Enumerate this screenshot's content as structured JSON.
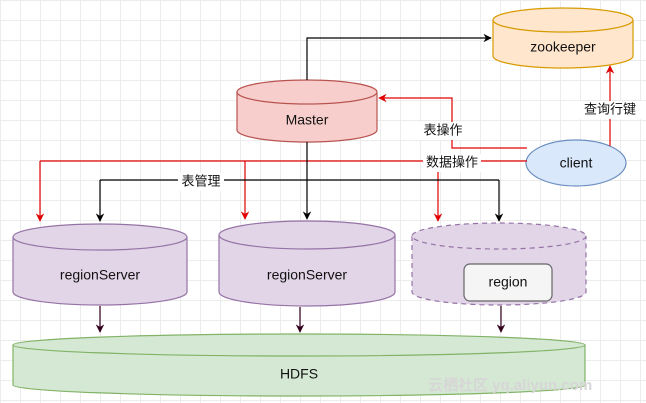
{
  "nodes": {
    "zookeeper": "zookeeper",
    "master": "Master",
    "client": "client",
    "regionserver_1": "regionServer",
    "regionserver_2": "regionServer",
    "region": "region",
    "hdfs": "HDFS"
  },
  "edge_labels": {
    "table_ops": "表操作",
    "data_ops": "数据操作",
    "query_row_key": "查询行键",
    "table_management": "表管理"
  },
  "watermark": "云栖社区 yq.aliyun.com",
  "colors": {
    "zookeeper_fill": "#ffe6cc",
    "zookeeper_stroke": "#d79b00",
    "master_fill": "#f8cecc",
    "master_stroke": "#b85450",
    "client_fill": "#dae8fc",
    "client_stroke": "#6c8ebf",
    "regionserver_fill": "#e1d5e7",
    "regionserver_stroke": "#9673a6",
    "hdfs_fill": "#d5e8d4",
    "hdfs_stroke": "#82b366",
    "region_fill": "#f5f5f5",
    "region_stroke": "#666666",
    "arrow_black": "#000000",
    "arrow_red": "#e00000",
    "arrow_dark": "#33001a"
  }
}
